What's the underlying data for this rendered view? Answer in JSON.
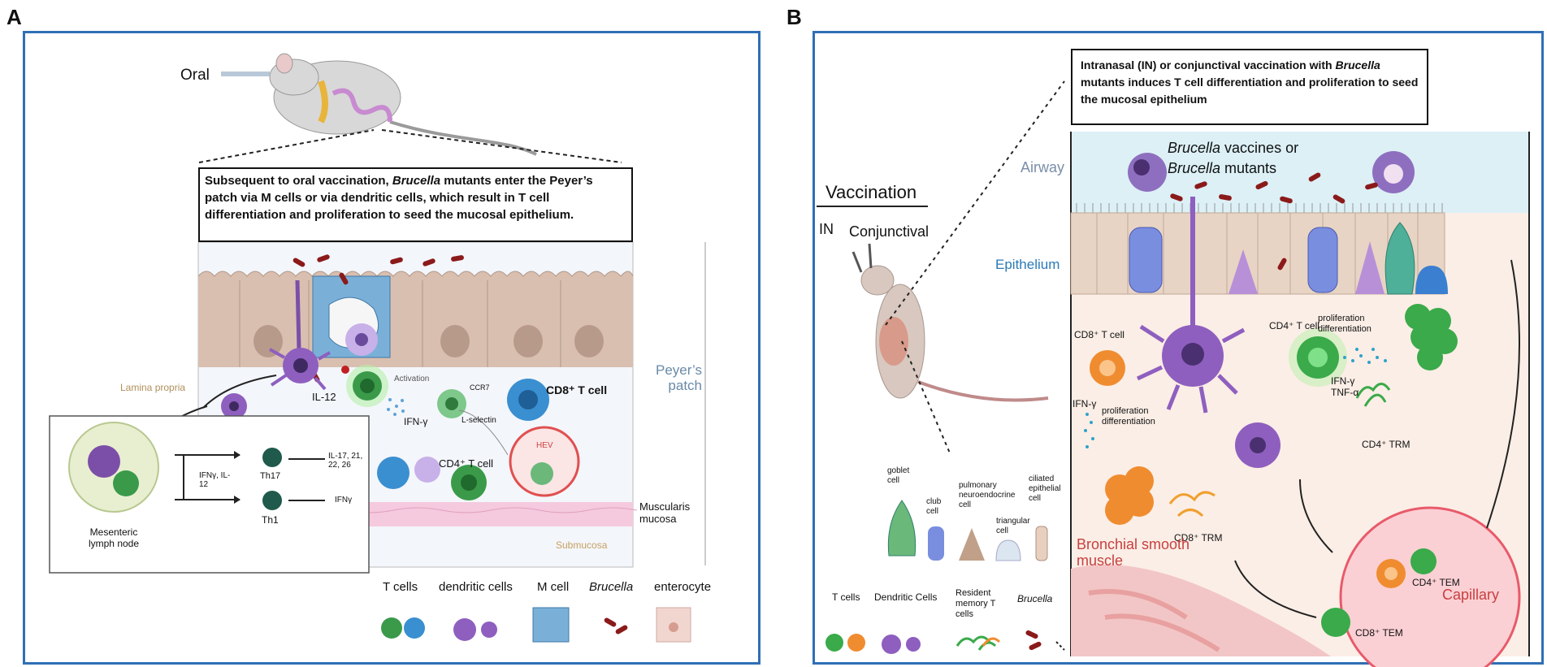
{
  "panel_a": {
    "letter": "A",
    "route": "Oral",
    "caption_pre": "Subsequent to oral vaccination, ",
    "caption_italic": "Brucella",
    "caption_post": " mutants enter the Peyer’s patch via M cells or via dendritic cells, which result in T cell differentiation and proliferation to seed the mucosal epithelium.",
    "labels": {
      "lamina_propria": "Lamina propria",
      "il12": "IL-12",
      "activation": "Activation",
      "ifn_gamma": "IFN-γ",
      "ccr7": "CCR7",
      "l_selectin": "L-selectin",
      "cd8": "CD8⁺ T cell",
      "cd4": "CD4⁺ T cell",
      "hev": "HEV",
      "peyers_patch": "Peyer’s patch",
      "muscularis_mucosa": "Muscularis mucosa",
      "submucosa": "Submucosa",
      "mesenteric": "Mesenteric lymph node",
      "ifng_il12": "IFNγ, IL-12",
      "th17": "Th17",
      "th1": "Th1",
      "il17": "IL-17, 21, 22, 26",
      "ifny": "IFNγ"
    },
    "legend": [
      "T cells",
      "dendritic cells",
      "M cell",
      "Brucella",
      "enterocyte"
    ]
  },
  "panel_b": {
    "letter": "B",
    "caption_pre": "Intranasal (IN) or conjunctival vaccination with ",
    "caption_italic": "Brucella",
    "caption_post": " mutants induces T cell differentiation and proliferation to seed the mucosal epithelium",
    "vaccination": "Vaccination",
    "in": "IN",
    "conjunctival": "Conjunctival",
    "labels": {
      "airway": "Airway",
      "epithelium": "Epithelium",
      "brucella_vaccines_italic": "Brucella",
      "brucella_vaccines_rest": " vaccines or",
      "brucella_mutants_italic": "Brucella",
      "brucella_mutants_rest": " mutants",
      "cd8_t": "CD8⁺ T cell",
      "cd4_t": "CD4⁺ T cell",
      "prolif_diff_top": "proliferation differentiation",
      "ifn_tnf": "IFN-γ TNF-α",
      "ifn_left": "IFN-γ",
      "prolif_diff_left": "proliferation differentiation",
      "cd4_trm": "CD4⁺ TRM",
      "cd8_trm": "CD8⁺ TRM",
      "bronchial": "Bronchial smooth muscle",
      "capillary": "Capillary",
      "cd4_tem": "CD4⁺ TEM",
      "cd8_tem": "CD8⁺ TEM"
    },
    "cell_types": [
      "goblet cell",
      "club cell",
      "pulmonary neuroendocrine cell",
      "triangular cell",
      "ciliated epithelial cell"
    ],
    "legend": [
      "T cells",
      "Dendritic Cells",
      "Resident memory T cells",
      "Brucella"
    ]
  },
  "colors": {
    "frame": "#2f6fb6",
    "brucella": "#8b1a1a",
    "dendritic": "#7b4fa8",
    "t_cell_green": "#3a9a4a",
    "t_cell_blue": "#3a8fd0",
    "enterocyte": "#d9bfb0",
    "capillary": "#e85a6a"
  }
}
